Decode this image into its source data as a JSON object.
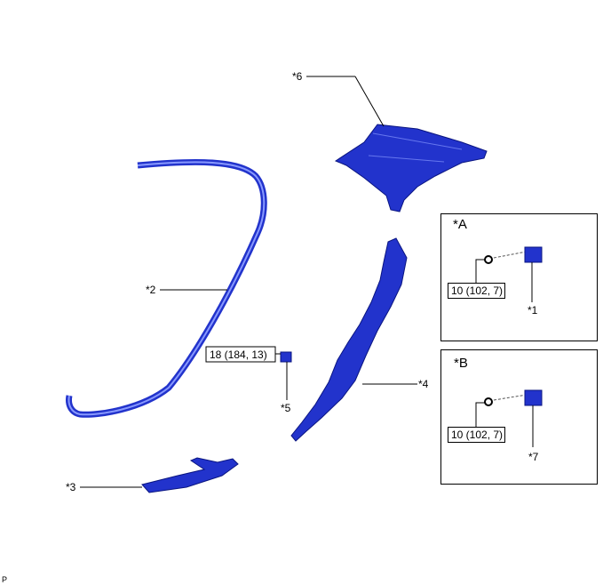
{
  "callouts": {
    "c1": "*1",
    "c2": "*2",
    "c3": "*3",
    "c4": "*4",
    "c5": "*5",
    "c6": "*6",
    "c7": "*7"
  },
  "torque": {
    "part5": "18 (184, 13)",
    "detailA": "10 (102, 7)",
    "detailB": "10 (102, 7)"
  },
  "details": {
    "a_label": "*A",
    "b_label": "*B"
  },
  "footer_code": "P",
  "colors": {
    "part": "#2233cc",
    "line": "#000000"
  }
}
